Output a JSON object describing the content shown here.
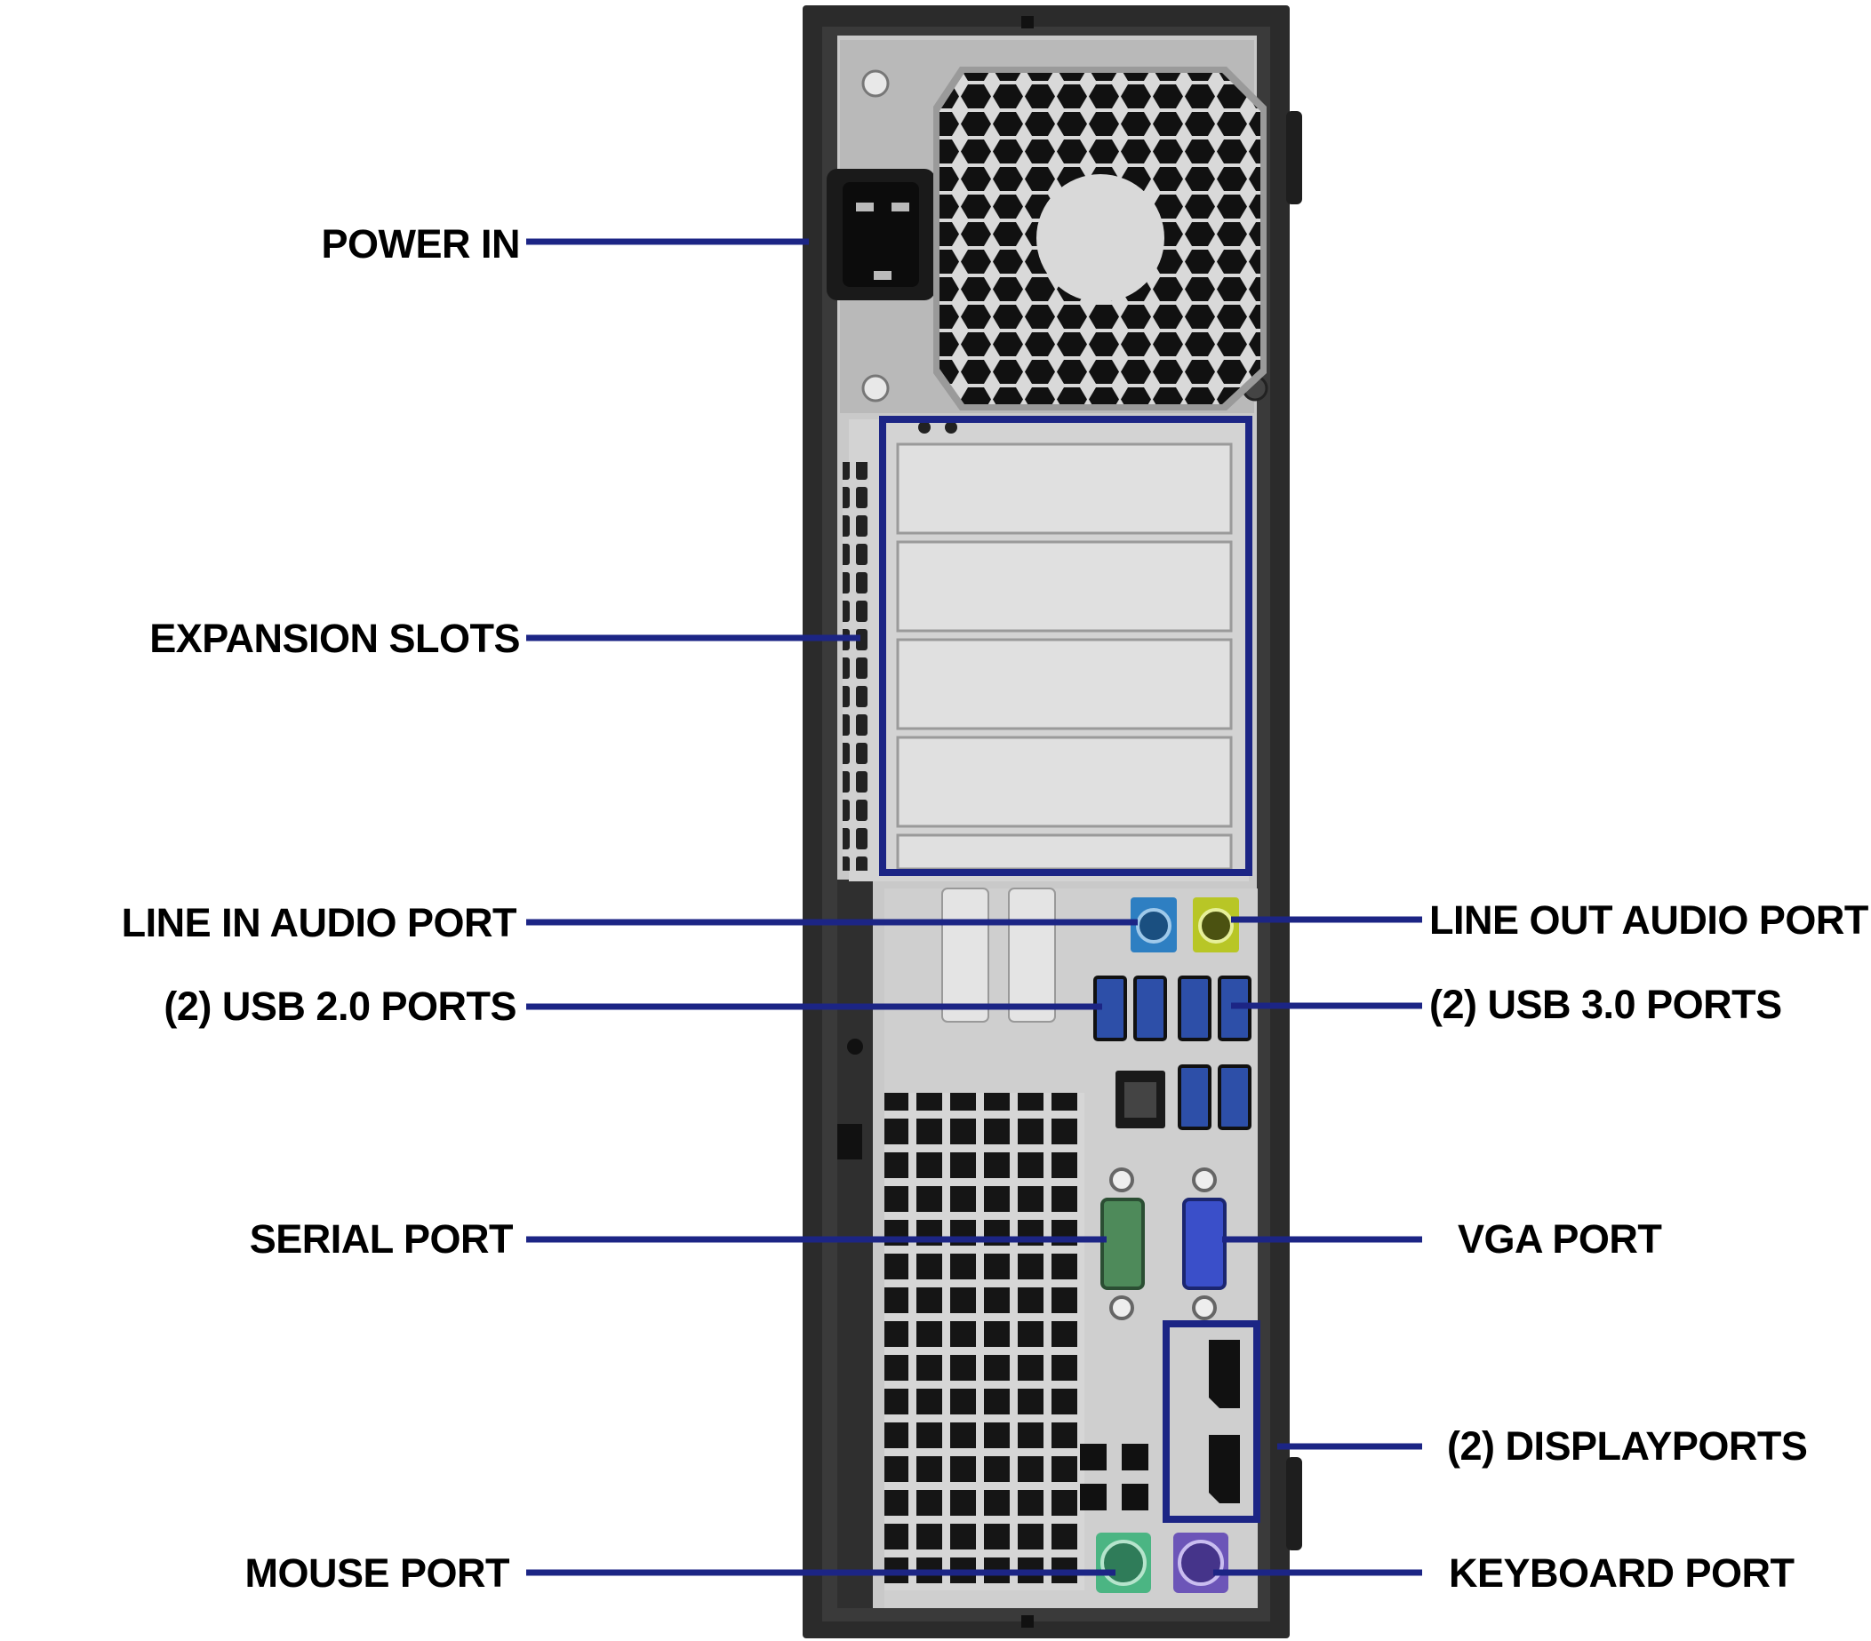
{
  "labels": {
    "power_in": "POWER IN",
    "expansion_slots": "EXPANSION SLOTS",
    "line_in_audio_port": "LINE IN AUDIO PORT",
    "usb2_ports": "(2) USB 2.0 PORTS",
    "serial_port": "SERIAL PORT",
    "mouse_port": "MOUSE PORT",
    "line_out_audio_port": "LINE OUT AUDIO PORT",
    "usb3_ports": "(2) USB 3.0 PORTS",
    "vga_port": "VGA PORT",
    "displayports": "(2) DISPLAYPORTS",
    "keyboard_port": "KEYBOARD PORT"
  },
  "colors": {
    "leader_line": "#1c2585",
    "highlight_box": "#1c2585",
    "case_black": "#2b2b2b",
    "panel_gray": "#c9c9c9",
    "audio_in_blue": "#2e7fc2",
    "audio_out_lime": "#b8c626",
    "usb3_blue": "#2d4fa8",
    "vga_blue": "#3a4fc9",
    "serial_green": "#4e8a5a",
    "mouse_green": "#4bb583",
    "keyboard_purple": "#6c55b8"
  }
}
